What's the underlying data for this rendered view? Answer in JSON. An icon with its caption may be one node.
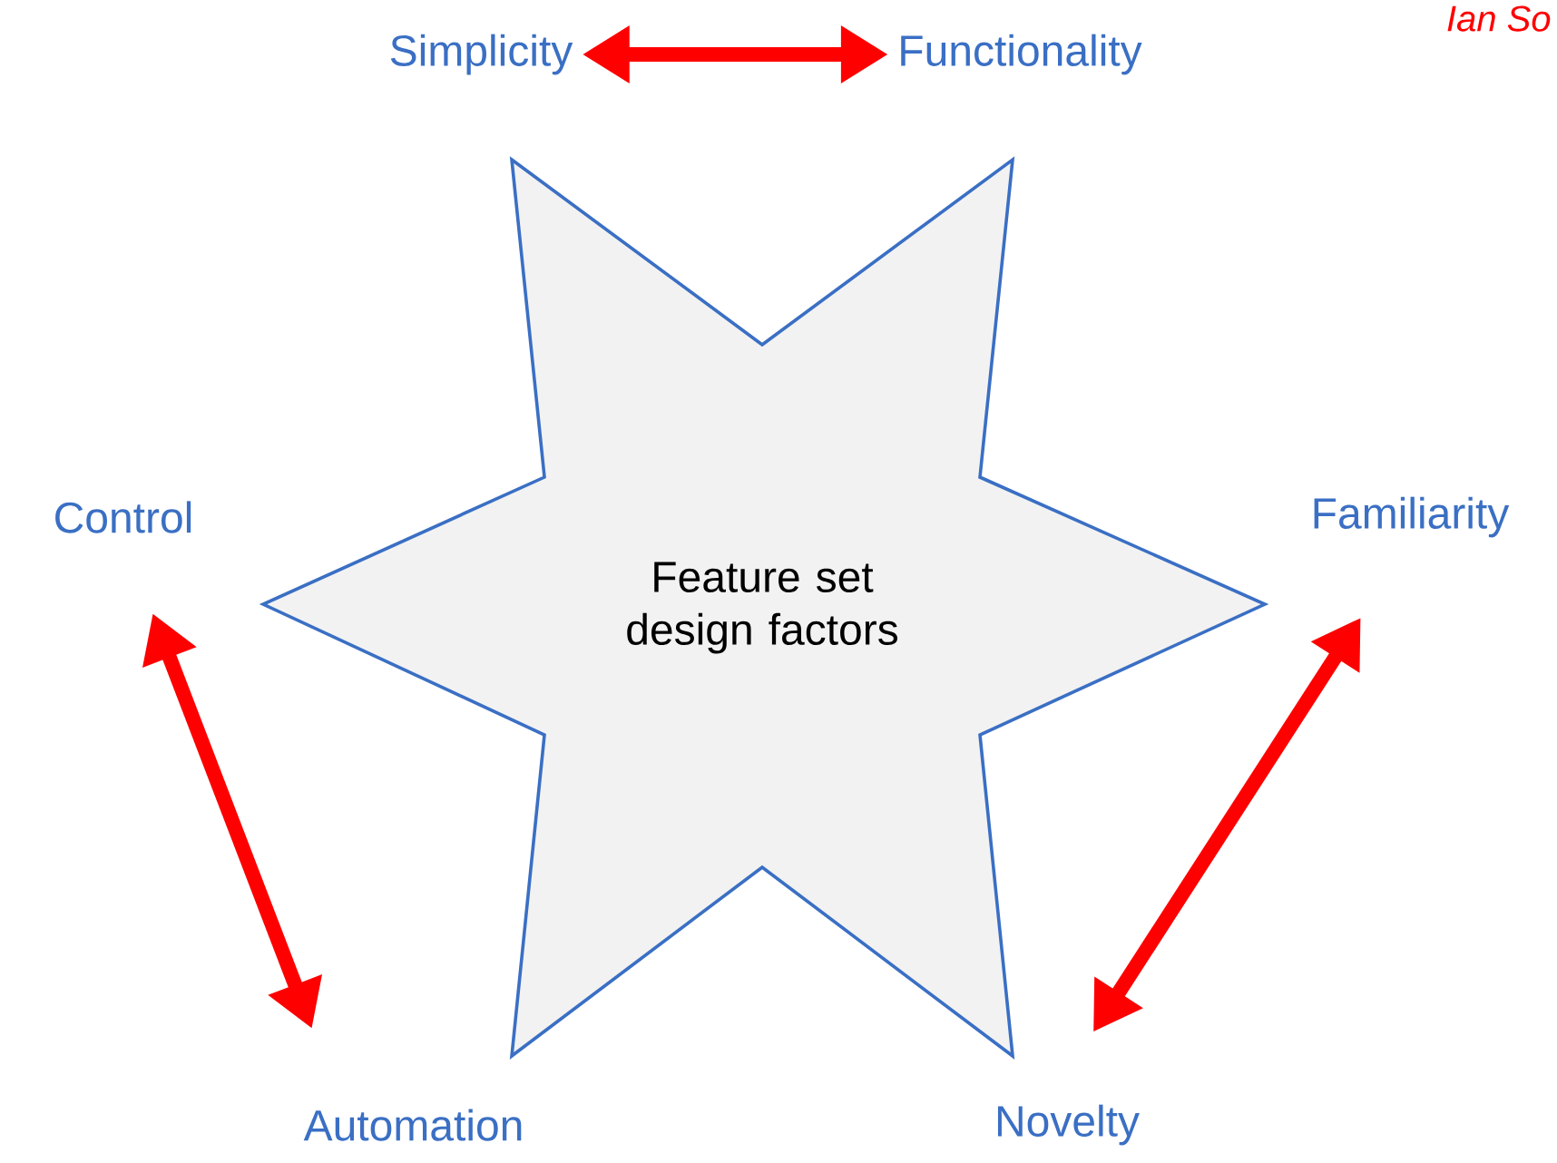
{
  "diagram": {
    "nodes": [
      {
        "text": [
          "Feature set design factors"
        ]
      },
      {
        "text": [
          "Simplicity"
        ]
      },
      {
        "text": [
          "Functionality"
        ]
      },
      {
        "text": [
          "Control"
        ]
      },
      {
        "text": [
          "Familiarity"
        ]
      },
      {
        "text": [
          "Automation"
        ]
      },
      {
        "text": [
          "Novelty"
        ]
      }
    ],
    "edges": [
      {
        "from": 1,
        "to": 2,
        "arrow": "both"
      },
      {
        "from": 3,
        "to": 5,
        "arrow": "both"
      },
      {
        "from": 4,
        "to": 6,
        "arrow": "both"
      }
    ],
    "labels": [
      "Ian So"
    ]
  }
}
